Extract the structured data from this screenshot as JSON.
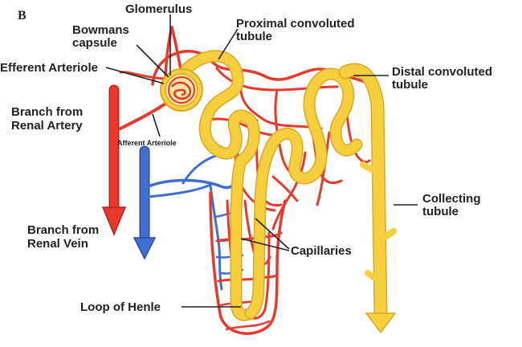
{
  "panel_letter": "B",
  "labels": {
    "glomerulus": "Glomerulus",
    "bowmans_line1": "Bowmans",
    "bowmans_line2": "capsule",
    "proximal_line1": "Proximal convoluted",
    "proximal_line2": "tubule",
    "efferent": "Efferent Arteriole",
    "distal_line1": "Distal convoluted",
    "distal_line2": "tubule",
    "artery_line1": "Branch from",
    "artery_line2": "Renal Artery",
    "afferent": "Afferent Arteriole",
    "collecting_line1": "Collecting",
    "collecting_line2": "tubule",
    "vein_line1": "Branch from",
    "vein_line2": "Renal Vein",
    "capillaries": "Capillaries",
    "loop": "Loop of Henle"
  },
  "colors": {
    "tubule": "#f5cf3d",
    "artery": "#e8392c",
    "vein": "#3f6fd1"
  }
}
